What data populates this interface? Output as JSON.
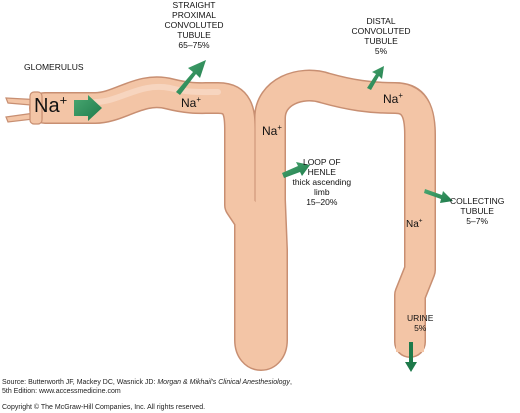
{
  "labels": {
    "glomerulus": "GLOMERULUS",
    "proximal": [
      "STRAIGHT",
      "PROXIMAL",
      "CONVOLUTED",
      "TUBULE",
      "65–75%"
    ],
    "distal": [
      "DISTAL",
      "CONVOLUTED",
      "TUBULE",
      "5%"
    ],
    "loop": [
      "LOOP OF",
      "HENLE",
      "thick ascending",
      "limb",
      "15–20%"
    ],
    "collecting": [
      "COLLECTING",
      "TUBULE",
      "5–7%"
    ],
    "urine": [
      "URINE",
      "5%"
    ]
  },
  "ions": {
    "symbol": "Na",
    "charge": "+",
    "small_symbol": "Na",
    "small_charge": "+"
  },
  "source": {
    "line1_prefix": "Source: Butterworth JF, Mackey DC, Wasnick JD: ",
    "line1_title": "Morgan & Mikhail's Clinical Anesthesiology",
    "line1_suffix": ",",
    "line2": "5th Edition: www.accessmedicine.com",
    "copyright": "Copyright © The McGraw-Hill Companies, Inc. All rights reserved."
  },
  "colors": {
    "tubule": "#f3c5a6",
    "tubule_edge": "#c88f72",
    "arrow": "#1e7a4a",
    "arrow_light": "#4aa872"
  }
}
